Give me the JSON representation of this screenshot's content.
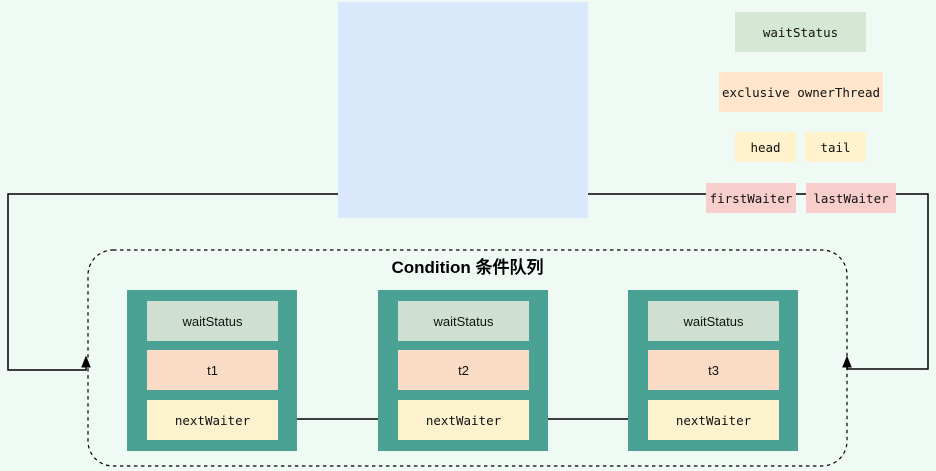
{
  "colors": {
    "background": "#f0faf4",
    "panel_blue": "#dae8fc",
    "green": "#d5e8d4",
    "orange": "#ffe6cc",
    "yellow": "#fff2cc",
    "red": "#f8cecc",
    "node_frame_teal": "#4aa294",
    "node_green": "#cfe0d2",
    "node_peach": "#fadcc6",
    "node_yellow": "#fcf2ce",
    "line": "#000000"
  },
  "aqs_panel": {
    "wait_status": "waitStatus",
    "owner_thread": "exclusive ownerThread",
    "head": "head",
    "tail": "tail",
    "first_waiter": "firstWaiter",
    "last_waiter": "lastWaiter"
  },
  "condition_queue": {
    "title": "Condition 条件队列",
    "nodes": [
      {
        "wait_status": "waitStatus",
        "thread": "t1",
        "next_waiter": "nextWaiter"
      },
      {
        "wait_status": "waitStatus",
        "thread": "t2",
        "next_waiter": "nextWaiter"
      },
      {
        "wait_status": "waitStatus",
        "thread": "t3",
        "next_waiter": "nextWaiter"
      }
    ]
  }
}
